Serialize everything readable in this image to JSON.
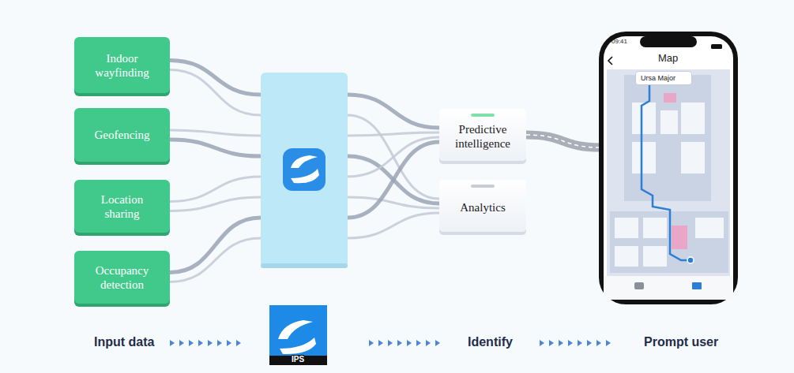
{
  "diagram": {
    "nodes": [
      {
        "text": [
          "Indoor wayfinding"
        ]
      },
      {
        "text": [
          "Geofencing"
        ]
      },
      {
        "text": [
          "Location sharing"
        ]
      },
      {
        "text": [
          "Occupancy detection"
        ]
      },
      {
        "text": [
          "Predictive intelligence"
        ]
      },
      {
        "text": [
          "Analytics"
        ]
      },
      {
        "text": [
          "09:41",
          "Map",
          "Ursa Major"
        ]
      }
    ],
    "edges": [
      {
        "from": 0,
        "to": 4,
        "arrow": "none"
      },
      {
        "from": 0,
        "to": 5,
        "arrow": "none"
      },
      {
        "from": 1,
        "to": 4,
        "arrow": "none"
      },
      {
        "from": 1,
        "to": 5,
        "arrow": "none"
      },
      {
        "from": 2,
        "to": 4,
        "arrow": "none"
      },
      {
        "from": 2,
        "to": 5,
        "arrow": "none"
      },
      {
        "from": 3,
        "to": 4,
        "arrow": "none"
      },
      {
        "from": 3,
        "to": 5,
        "arrow": "none"
      },
      {
        "from": 4,
        "to": 6,
        "arrow": "none"
      }
    ],
    "labels": [
      "Input data",
      "IPS",
      "Identify",
      "Prompt user"
    ]
  }
}
